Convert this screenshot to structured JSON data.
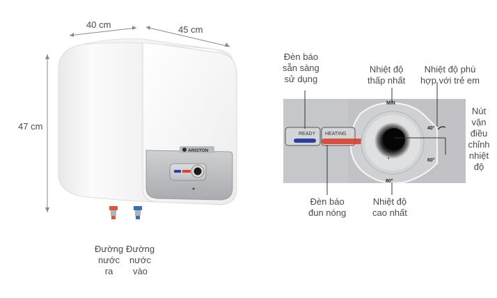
{
  "dimensions": {
    "width_label": "40 cm",
    "depth_label": "45 cm",
    "height_label": "47 cm"
  },
  "heater": {
    "brand": "ARISTON",
    "pipe_out_label_lines": [
      "Đường",
      "nước",
      "ra"
    ],
    "pipe_in_label_lines": [
      "Đường",
      "nước",
      "vào"
    ],
    "pipe_out_color": "#e0553a",
    "pipe_in_color": "#3b6fb5"
  },
  "control_panel": {
    "ready_text": "READY",
    "heating_text": "HEATING",
    "min_text": "MIN",
    "temp_40": "40°",
    "temp_60": "60°",
    "temp_80": "80°",
    "ready_color": "#2b3f9e",
    "heating_color": "#d9412b"
  },
  "callouts": {
    "ready_lamp": [
      "Đèn báo",
      "sẵn sàng",
      "sử dụng"
    ],
    "min_temp": [
      "Nhiệt độ",
      "thấp nhất"
    ],
    "child_temp": [
      "Nhiệt độ phù",
      "hợp với trẻ em"
    ],
    "knob": [
      "Nút",
      "vặn",
      "điều",
      "chỉnh",
      "nhiệt",
      "độ"
    ],
    "heating_lamp": [
      "Đèn báo",
      "đun nóng"
    ],
    "max_temp": [
      "Nhiệt độ",
      "cao nhất"
    ]
  }
}
